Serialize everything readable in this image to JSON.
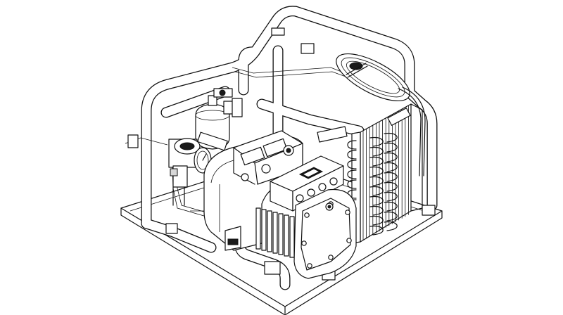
{
  "figure": {
    "kind": "isometric line drawing",
    "background": "#ffffff",
    "ink": "#111111"
  },
  "parts": [
    {
      "id": "base-plate",
      "icon": "base-plate-icon"
    },
    {
      "id": "frame-pipes",
      "icon": "pipe-frame-icon"
    },
    {
      "id": "compressor",
      "icon": "compressor-icon"
    },
    {
      "id": "terminal-box",
      "icon": "terminal-box-icon"
    },
    {
      "id": "condenser-coil",
      "icon": "condenser-coil-icon"
    },
    {
      "id": "fan",
      "icon": "fan-icon"
    },
    {
      "id": "receiver-tank",
      "icon": "receiver-tank-icon"
    },
    {
      "id": "pressure-gauge",
      "icon": "gauge-icon"
    },
    {
      "id": "valves",
      "icon": "valve-icon"
    }
  ]
}
